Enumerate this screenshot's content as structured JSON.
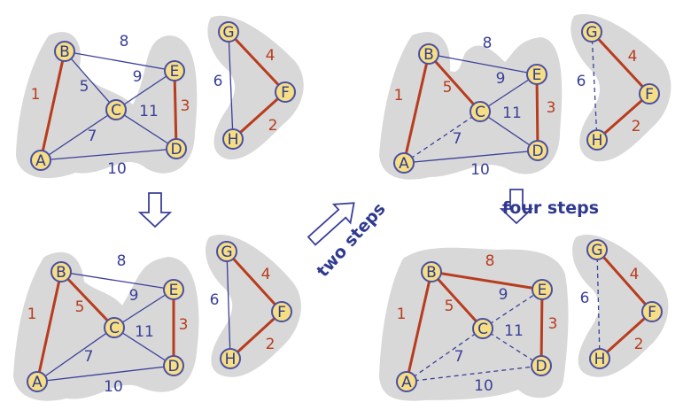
{
  "colors": {
    "mst_edge": "#b83c1d",
    "graph_edge": "#3a3f99",
    "node_fill": "#f6de84",
    "node_stroke": "#4a4fa3",
    "cluster": "#d8d8d8",
    "arrow": "#3a3f99"
  },
  "nodes": [
    "A",
    "B",
    "C",
    "D",
    "E",
    "F",
    "G",
    "H"
  ],
  "edges": [
    {
      "from": "A",
      "to": "B",
      "weight": "1"
    },
    {
      "from": "B",
      "to": "C",
      "weight": "5"
    },
    {
      "from": "B",
      "to": "E",
      "weight": "8"
    },
    {
      "from": "C",
      "to": "E",
      "weight": "9"
    },
    {
      "from": "C",
      "to": "D",
      "weight": "11"
    },
    {
      "from": "A",
      "to": "C",
      "weight": "7"
    },
    {
      "from": "A",
      "to": "D",
      "weight": "10"
    },
    {
      "from": "E",
      "to": "D",
      "weight": "3"
    },
    {
      "from": "G",
      "to": "F",
      "weight": "4"
    },
    {
      "from": "F",
      "to": "H",
      "weight": "2"
    },
    {
      "from": "G",
      "to": "H",
      "weight": "6"
    }
  ],
  "panels": [
    {
      "id": "top-left",
      "edge_styles": {
        "A-B": "mst",
        "B-C": "normal",
        "B-E": "normal",
        "C-E": "normal",
        "C-D": "normal",
        "A-C": "normal",
        "A-D": "normal",
        "E-D": "mst",
        "G-F": "mst",
        "F-H": "mst",
        "G-H": "normal"
      }
    },
    {
      "id": "bottom-left",
      "edge_styles": {
        "A-B": "mst",
        "B-C": "mst",
        "B-E": "normal",
        "C-E": "normal",
        "C-D": "normal",
        "A-C": "normal",
        "A-D": "normal",
        "E-D": "mst",
        "G-F": "mst",
        "F-H": "mst",
        "G-H": "normal"
      }
    },
    {
      "id": "top-right",
      "edge_styles": {
        "A-B": "mst",
        "B-C": "mst",
        "B-E": "normal",
        "C-E": "normal",
        "C-D": "normal",
        "A-C": "dashed",
        "A-D": "normal",
        "E-D": "mst",
        "G-F": "mst",
        "F-H": "mst",
        "G-H": "dashed"
      }
    },
    {
      "id": "bottom-right",
      "edge_styles": {
        "A-B": "mst",
        "B-C": "mst",
        "B-E": "mst",
        "C-E": "dashed",
        "C-D": "dashed",
        "A-C": "dashed",
        "A-D": "dashed",
        "E-D": "mst",
        "G-F": "mst",
        "F-H": "mst",
        "G-H": "dashed"
      }
    }
  ],
  "annotations": {
    "two_steps": "two steps",
    "four_steps": "four steps"
  }
}
